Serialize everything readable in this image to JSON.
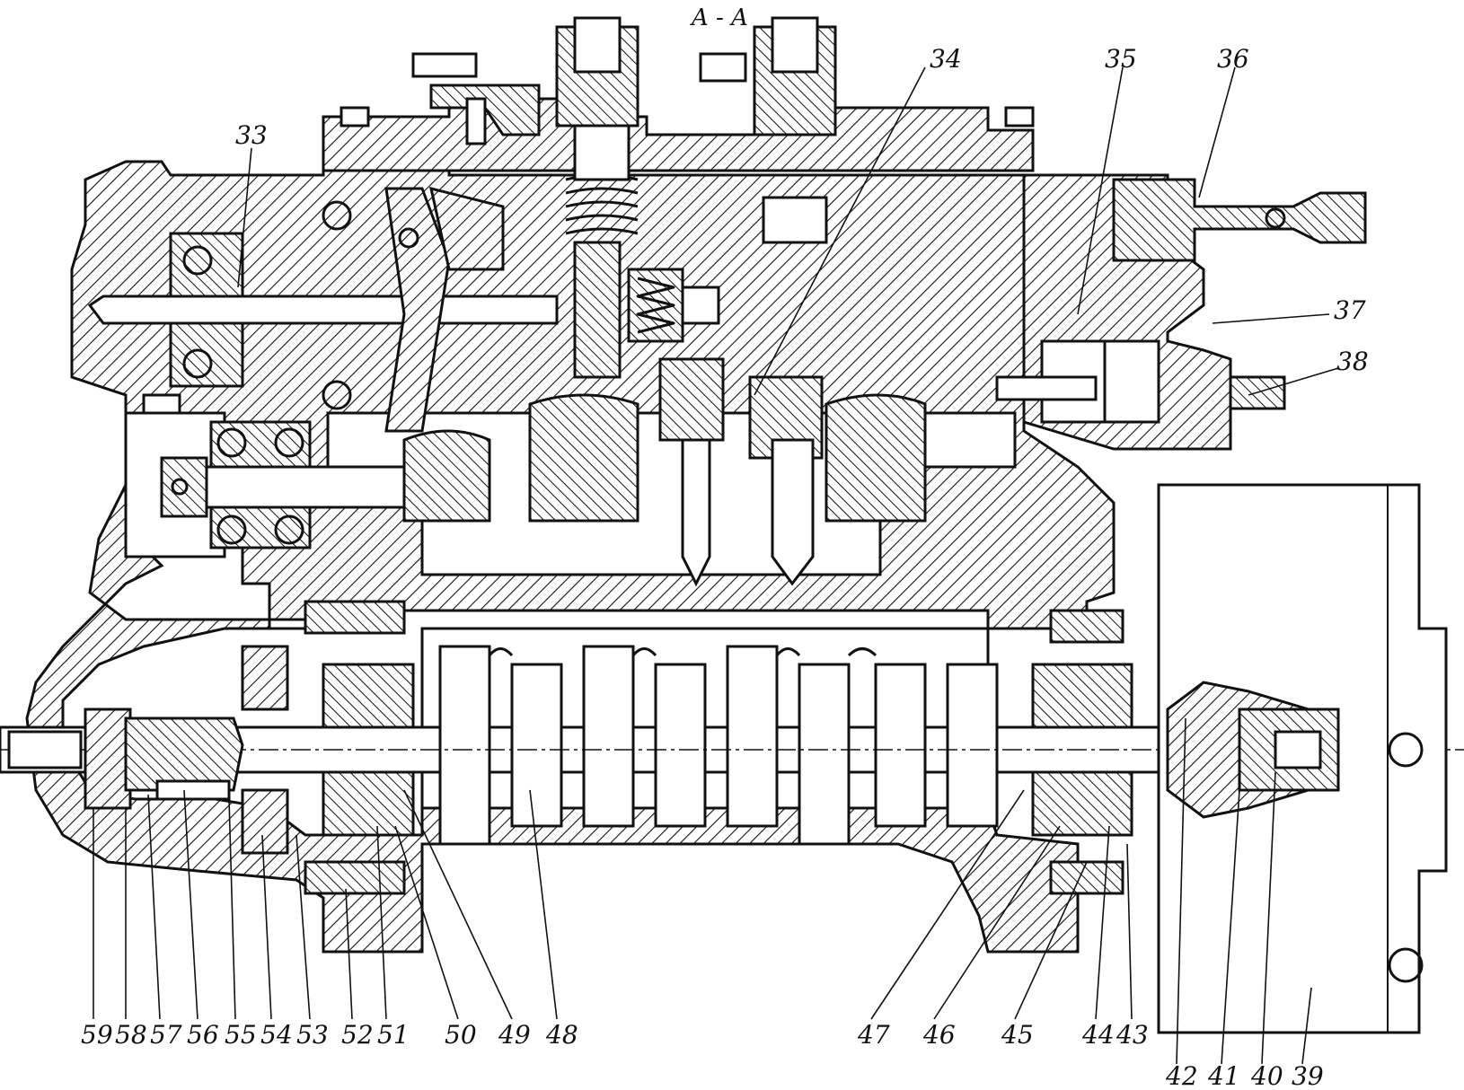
{
  "section_title": "A - A",
  "callouts": {
    "c33": "33",
    "c34": "34",
    "c35": "35",
    "c36": "36",
    "c37": "37",
    "c38": "38",
    "c39": "39",
    "c40": "40",
    "c41": "41",
    "c42": "42",
    "c43": "43",
    "c44": "44",
    "c45": "45",
    "c46": "46",
    "c47": "47",
    "c48": "48",
    "c49": "49",
    "c50": "50",
    "c51": "51",
    "c52": "52",
    "c53": "53",
    "c54": "54",
    "c55": "55",
    "c56": "56",
    "c57": "57",
    "c58": "58",
    "c59": "59"
  }
}
